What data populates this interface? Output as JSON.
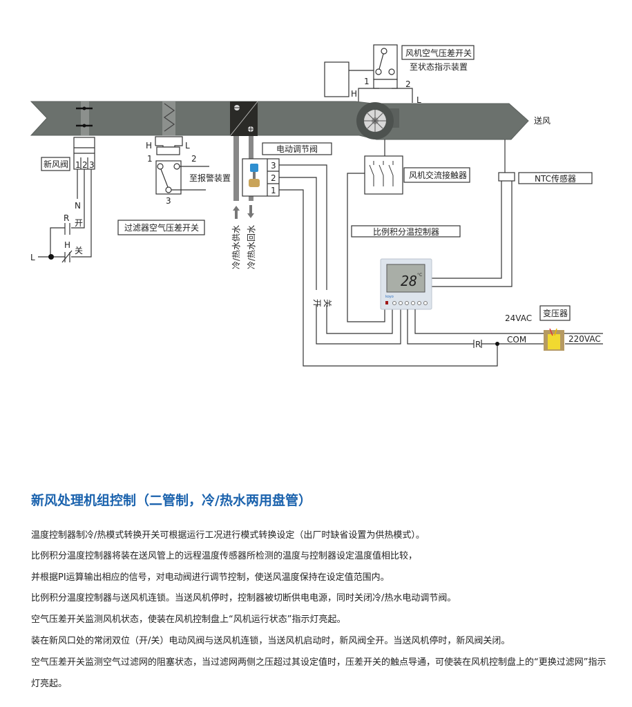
{
  "diagram": {
    "fresh_air_damper": "新风阀",
    "terminals_123": [
      "1",
      "2",
      "3"
    ],
    "n_label": "N",
    "r_label": "R",
    "open_label": "开",
    "h_label": "H",
    "close_label": "关",
    "l_label": "L",
    "filter_switch": {
      "h": "H",
      "l": "L",
      "t1": "1",
      "t2": "2",
      "t3": "3",
      "alarm": "至报警装置",
      "label": "过滤器空气压差开关"
    },
    "supply_water": "冷/热水供水",
    "return_water": "冷/热水回水",
    "valve_label": "电动调节阀",
    "valve_terminals": [
      "3",
      "2",
      "1"
    ],
    "fan_switch": {
      "label": "风机空气压差开关",
      "status": "至状态指示装置",
      "t1": "1",
      "t2": "2",
      "h": "H",
      "l": "L"
    },
    "supply_air": "送风",
    "contactor": "风机交流接触器",
    "ntc": "NTC传感器",
    "controller_label": "比例积分温控制器",
    "controller_display": "28",
    "controller_unit": "°C",
    "controller_brand": "koyo",
    "switch_open": "开",
    "switch_close": "关",
    "v24": "24VAC",
    "transformer": "变压器",
    "v220": "220VAC",
    "com": "COM",
    "r": "R"
  },
  "colors": {
    "duct": "#6b716d",
    "title": "#1a62ad"
  },
  "content": {
    "title": "新风处理机组控制（二管制，冷/热水两用盘管）",
    "paragraphs": [
      "温度控制器制冷/热模式转换开关可根据运行工况进行模式转换设定（出厂时缺省设置为供热模式）。",
      "比例积分温度控制器将装在送风管上的远程温度传感器所检测的温度与控制器设定温度值相比较，",
      "并根据PI运算输出相应的信号，对电动阀进行调节控制，使送风温度保持在设定值范围内。",
      "比例积分温度控制器与送风机连锁。当送风机停时，控制器被切断供电电源，同时关闭冷/热水电动调节阀。",
      "空气压差开关监测风机状态，使装在风机控制盘上“风机运行状态”指示灯亮起。",
      "装在新风口处的常闭双位（开/关）电动风阀与送风机连锁，当送风机启动时，新风阀全开。当送风机停时，新风阀关闭。",
      "空气压差开关监测空气过滤网的阻塞状态，当过滤网两侧之压超过其设定值时，压差开关的触点导通，可使装在风机控制盘上的“更换过滤网”指示灯亮起。"
    ]
  }
}
